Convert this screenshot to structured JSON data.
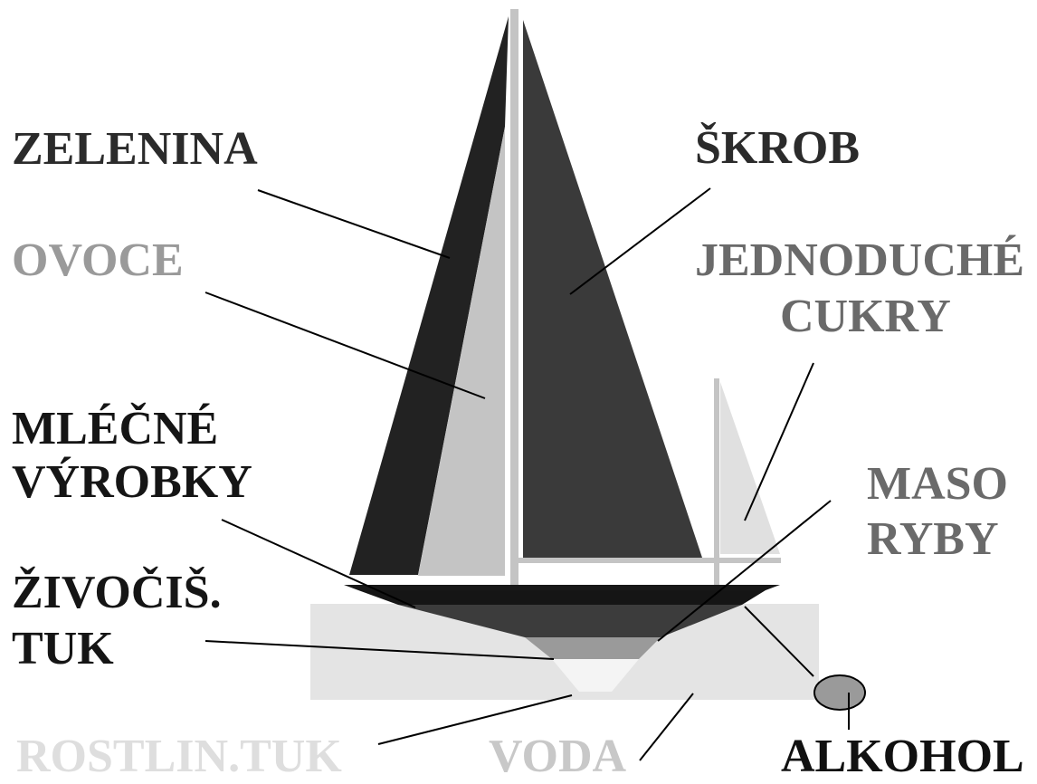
{
  "labels": {
    "zelenina": "ZELENINA",
    "ovoce": "OVOCE",
    "mlecne_line1": "MLÉČNÉ",
    "mlecne_line2": "VÝROBKY",
    "zivocis_line1": "ŽIVOČIŠ.",
    "zivocis_line2": "TUK",
    "rostlin_tuk": "ROSTLIN.TUK",
    "voda": "VODA",
    "skrob": "ŠKROB",
    "jednoduche_line1": "JEDNODUCHÉ",
    "jednoduche_line2": "CUKRY",
    "maso_line1": "MASO",
    "maso_line2": "RYBY",
    "alkohol": "ALKOHOL"
  },
  "colors": {
    "zelenina": "#2b2b2b",
    "ovoce": "#9a9a9a",
    "mlecne": "#151515",
    "zivocis": "#151515",
    "rostlin_tuk": "#dedede",
    "voda": "#c8c8c8",
    "skrob": "#2b2b2b",
    "jednoduche": "#6a6a6a",
    "maso": "#6a6a6a",
    "alkohol": "#111111",
    "vegetable_sail": "#222222",
    "fruit_sail": "#c4c4c4",
    "starch_sail": "#3a3a3a",
    "sugar_sail": "#e0e0e0",
    "mast": "#c4c4c4",
    "deck": "#181818",
    "hull": "#3c3c3c",
    "keel_animal_fat": "#9a9a9a",
    "keel_plant_fat": "#f4f4f4",
    "water": "#e4e4e4",
    "alcohol_buoy": "#9a9a9a",
    "pointer_line": "#000000"
  }
}
